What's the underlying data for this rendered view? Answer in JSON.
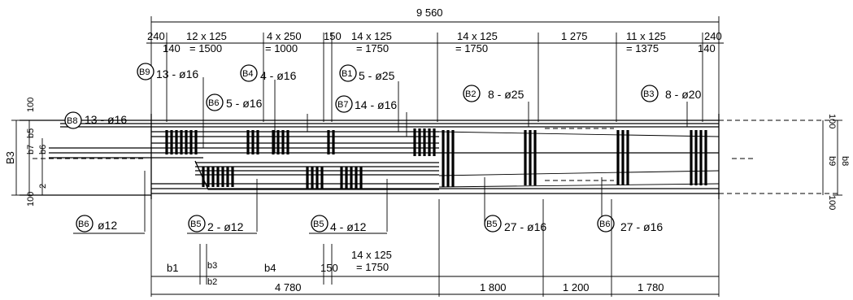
{
  "dimensions_top": {
    "total": "9 560",
    "left_end": "240",
    "right_end": "240",
    "left_140": "140",
    "right_140": "140",
    "seg1": "12 x 125",
    "seg1_total": "= 1500",
    "seg2": "4 x 250",
    "seg2_total": "= 1000",
    "seg3_gap": "150",
    "seg4": "14 x 125",
    "seg4_total": "= 1750",
    "seg5": "14 x 125",
    "seg5_total": "= 1750",
    "seg6": "1 275",
    "seg7": "11 x 125",
    "seg7_total": "= 1375"
  },
  "dimensions_bottom": {
    "left_total": "4 780",
    "mid1": "1 800",
    "mid2": "1 200",
    "right": "1 780",
    "b1": "b1",
    "b2": "b2",
    "b3": "b3",
    "b4": "b4",
    "gap150": "150",
    "seg": "14 x 125",
    "seg_total": "= 1750"
  },
  "side_left": {
    "b3": "B3",
    "b5": "b5",
    "b7": "b7",
    "b6": "b6",
    "v100_top": "100",
    "v100_bot": "100",
    "v2": "2"
  },
  "side_right": {
    "v100_top": "100",
    "v100_bot": "100",
    "b9": "b9",
    "b8": "b8"
  },
  "bar_marks": [
    {
      "tag": "B9",
      "text": "13 - ø16"
    },
    {
      "tag": "B8",
      "text": "13 - ø16"
    },
    {
      "tag": "B4",
      "text": "4 - ø16"
    },
    {
      "tag": "B6",
      "text": "5 - ø16"
    },
    {
      "tag": "B1",
      "text": "5 - ø25"
    },
    {
      "tag": "B7",
      "text": "14 - ø16"
    },
    {
      "tag": "B2",
      "text": "8 - ø25"
    },
    {
      "tag": "B3",
      "text": "8 - ø20"
    },
    {
      "tag": "B6",
      "text": "ø12"
    },
    {
      "tag": "B5",
      "text": "2 - ø12"
    },
    {
      "tag": "B5",
      "text": "4 - ø12"
    },
    {
      "tag": "B5",
      "text": "27 - ø16"
    },
    {
      "tag": "B6",
      "text": "27 - ø16"
    }
  ]
}
